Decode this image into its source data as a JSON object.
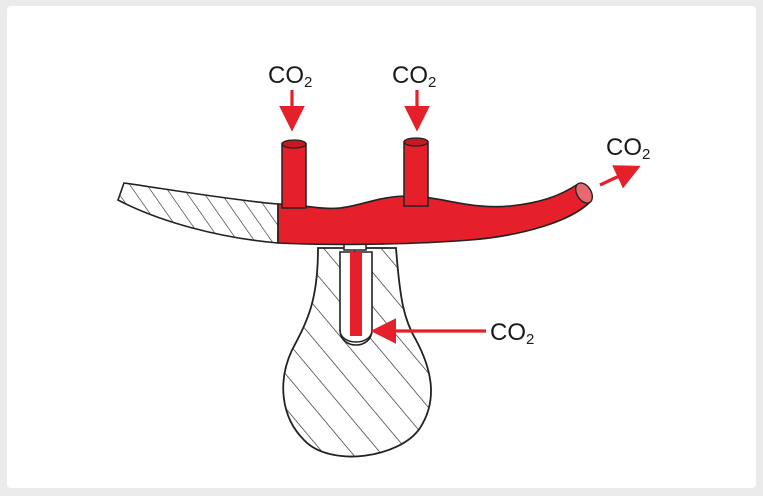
{
  "colors": {
    "co2_red": "#e5202a",
    "outline": "#222222",
    "background": "#ffffff",
    "frame": "#ebebec"
  },
  "labels": {
    "top_left": {
      "main": "CO",
      "sub": "2"
    },
    "top_right": {
      "main": "CO",
      "sub": "2"
    },
    "exit": {
      "main": "CO",
      "sub": "2"
    },
    "bulb": {
      "main": "CO",
      "sub": "2"
    }
  }
}
